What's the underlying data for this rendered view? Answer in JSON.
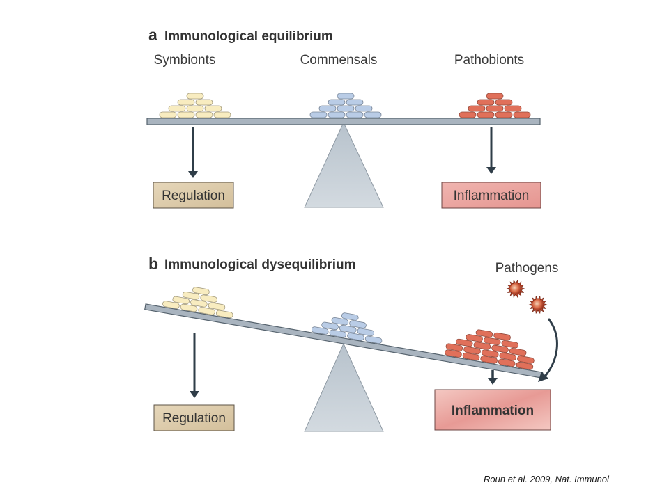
{
  "panel_a": {
    "letter": "a",
    "title": "Immunological equilibrium",
    "groups": [
      "Symbionts",
      "Commensals",
      "Pathobionts"
    ],
    "left_outcome": "Regulation",
    "right_outcome": "Inflammation"
  },
  "panel_b": {
    "letter": "b",
    "title": "Immunological dysequilibrium",
    "pathogens_label": "Pathogens",
    "left_outcome": "Regulation",
    "right_outcome": "Inflammation"
  },
  "citation": "Roun et al. 2009, Nat. Immunol",
  "colors": {
    "symbionts": "#f8ecc0",
    "commensals": "#b9cce6",
    "pathobionts": "#e0705a",
    "regulation_box": "#dcc9a8",
    "inflammation_box": "#e8a3a0",
    "beam": "#a9b4bf",
    "fulcrum": "#c3ccd4",
    "arrow": "#2f3d48"
  }
}
